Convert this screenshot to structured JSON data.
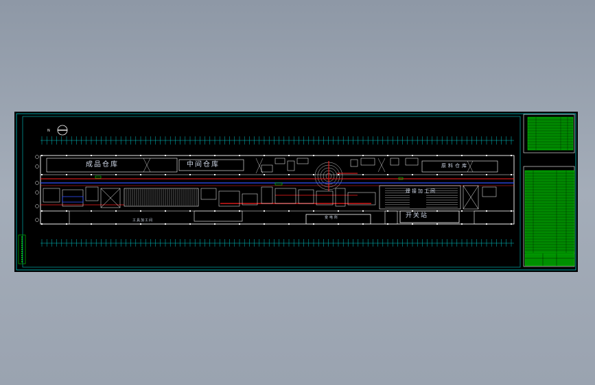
{
  "drawing": {
    "background": "#000000",
    "frame_color": "#00c8c8",
    "wall_color": "#ffffff",
    "accent_red": "#ff2020",
    "accent_blue": "#3050ff",
    "accent_green": "#00e000",
    "table_fill": "#00a000",
    "rooms": {
      "upper_left": "成品仓库",
      "upper_middle": "中间仓库",
      "upper_right": "原料仓库",
      "middle_right": "焊接加工间",
      "bottom_left": "工具加工间",
      "bottom_middle": "变电所",
      "bottom_right": "开关站"
    },
    "north_mark": "N"
  }
}
